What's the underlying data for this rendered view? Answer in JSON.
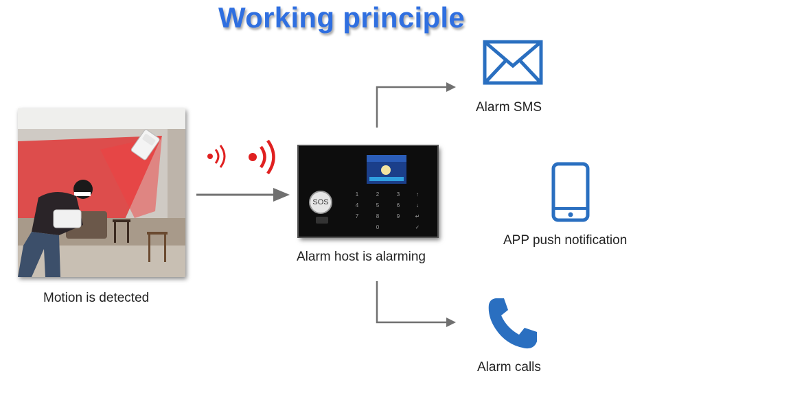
{
  "title": "Working principle",
  "nodes": {
    "motion": {
      "label": "Motion is detected"
    },
    "host": {
      "label": "Alarm host is alarming",
      "sos_label": "SOS",
      "keypad": [
        "1",
        "2",
        "3",
        "↑",
        "4",
        "5",
        "6",
        "↓",
        "7",
        "8",
        "9",
        "↵",
        "0",
        "✓"
      ]
    },
    "sms": {
      "label": "Alarm SMS",
      "icon": "envelope-icon"
    },
    "app": {
      "label": "APP push notification",
      "icon": "smartphone-icon"
    },
    "calls": {
      "label": "Alarm calls",
      "icon": "phone-handset-icon"
    }
  },
  "colors": {
    "title": "#2f6fe0",
    "icon_blue": "#2a6fc0",
    "signal_red": "#e02020",
    "connector": "#707070",
    "text": "#222222"
  }
}
